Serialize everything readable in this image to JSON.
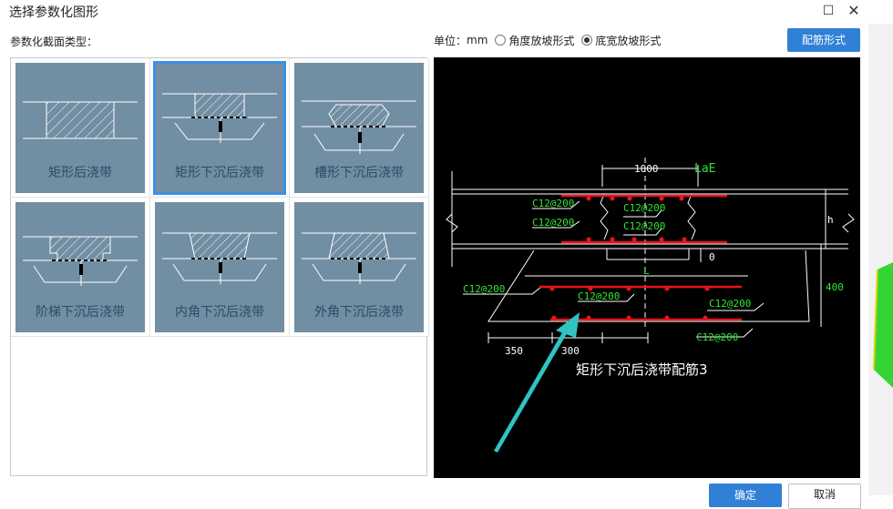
{
  "window": {
    "title": "选择参数化图形",
    "maximize_glyph": "☐",
    "close_glyph": "✕"
  },
  "left": {
    "section_label": "参数化截面类型："
  },
  "right": {
    "unit_label": "单位：",
    "unit_value": "mm",
    "radio_angle": "角度放坡形式",
    "radio_width": "底宽放坡形式",
    "selected_radio": "width",
    "rebar_button": "配筋形式"
  },
  "shapes": [
    {
      "label": "矩形后浇带",
      "selected": false
    },
    {
      "label": "矩形下沉后浇带",
      "selected": true
    },
    {
      "label": "槽形下沉后浇带",
      "selected": false
    },
    {
      "label": "阶梯下沉后浇带",
      "selected": false
    },
    {
      "label": "内角下沉后浇带",
      "selected": false
    },
    {
      "label": "外角下沉后浇带",
      "selected": false
    }
  ],
  "diagram": {
    "caption": "矩形下沉后浇带配筋3",
    "dim_1000": "1000",
    "dim_lae": "LaE",
    "dim_h": "h",
    "dim_0": "0",
    "dim_l": "L",
    "dim_400": "400",
    "dim_350": "350",
    "dim_300": "300",
    "rebar_top_left": "C12@200",
    "rebar_top_mid": "C12@200",
    "rebar_mid_left": "C12@200",
    "rebar_mid_mid": "C12@200",
    "rebar_bot_left": "C12@200",
    "rebar_bot_mid": "C12@200",
    "rebar_bot_right": "C12@200",
    "rebar_bot_right2": "C12@200"
  },
  "footer": {
    "ok": "确定",
    "cancel": "取消"
  },
  "colors": {
    "accent": "#2f80d6",
    "tile_bg": "#718ea3",
    "rebar_red": "#e8141c",
    "dim_green": "#33e633",
    "arrow_teal": "#2ec4c4"
  }
}
